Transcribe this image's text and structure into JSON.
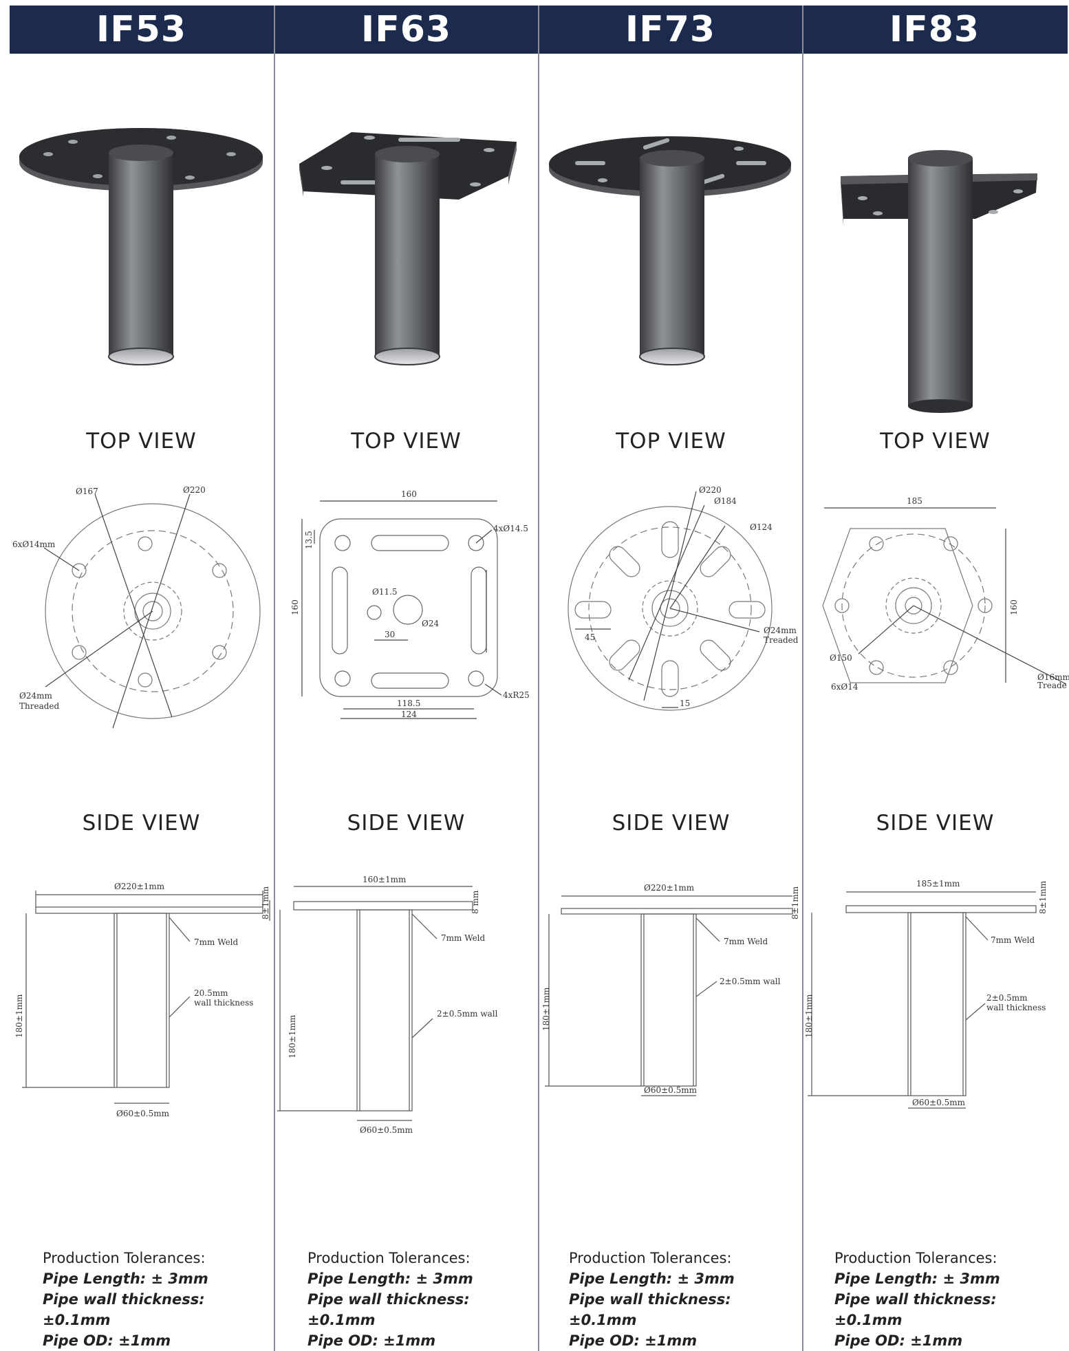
{
  "columns": [
    {
      "model": "IF53",
      "top_view_title": "TOP VIEW",
      "side_view_title": "SIDE VIEW",
      "top_labels": {
        "d1": "Ø167",
        "d2": "Ø220",
        "holes": "6xØ14mm",
        "thread1": "Ø24mm",
        "thread2": "Threaded"
      },
      "side_labels": {
        "width": "Ø220±1mm",
        "plate": "8±1mm",
        "weld": "7mm Weld",
        "wall1": "20.5mm",
        "wall2": "wall thickness",
        "height": "180±1mm",
        "od": "Ø60±0.5mm"
      },
      "tolerances": {
        "heading": "Production Tolerances:",
        "line1": "Pipe Length: ± 3mm",
        "line2": "Pipe wall thickness: ±0.1mm",
        "line3": "Pipe OD: ±1mm"
      }
    },
    {
      "model": "IF63",
      "top_view_title": "TOP VIEW",
      "side_view_title": "SIDE VIEW",
      "top_labels": {
        "w": "160",
        "h": "160",
        "offset": "13.5",
        "holes": "4xØ14.5",
        "d_small": "Ø11.5",
        "d_big": "Ø24",
        "spacing": "30",
        "radius": "4xR25",
        "inner": "118.5",
        "outer": "124"
      },
      "side_labels": {
        "width": "160±1mm",
        "plate": "8 mm",
        "weld": "7mm Weld",
        "wall1": "2±0.5mm wall",
        "height": "180±1mm",
        "od": "Ø60±0.5mm"
      },
      "tolerances": {
        "heading": "Production Tolerances:",
        "line1": "Pipe Length: ± 3mm",
        "line2": "Pipe wall thickness: ±0.1mm",
        "line3": "Pipe OD: ±1mm"
      }
    },
    {
      "model": "IF73",
      "top_view_title": "TOP VIEW",
      "side_view_title": "SIDE VIEW",
      "top_labels": {
        "d1": "Ø220",
        "d2": "Ø184",
        "d3": "Ø124",
        "slot": "45",
        "thread1": "Ø24mm",
        "thread2": "Treaded",
        "gap": "15"
      },
      "side_labels": {
        "width": "Ø220±1mm",
        "plate": "8±1mm",
        "weld": "7mm Weld",
        "wall1": "2±0.5mm wall",
        "height": "180±1mm",
        "od": "Ø60±0.5mm"
      },
      "tolerances": {
        "heading": "Production Tolerances:",
        "line1": "Pipe Length: ± 3mm",
        "line2": "Pipe wall thickness: ±0.1mm",
        "line3": "Pipe OD: ±1mm"
      }
    },
    {
      "model": "IF83",
      "top_view_title": "TOP VIEW",
      "side_view_title": "SIDE VIEW",
      "top_labels": {
        "w": "185",
        "h": "160",
        "d1": "Ø150",
        "holes": "6xØ14",
        "thread1": "Ø16mm",
        "thread2": "Treade"
      },
      "side_labels": {
        "width": "185±1mm",
        "plate": "8±1mm",
        "weld": "7mm Weld",
        "wall1": "2±0.5mm",
        "wall2": "wall thickness",
        "height": "180±1mm",
        "od": "Ø60±0.5mm"
      },
      "tolerances": {
        "heading": "Production Tolerances:",
        "line1": "Pipe Length: ± 3mm",
        "line2": "Pipe wall thickness: ±0.1mm",
        "line3": "Pipe OD: ±1mm"
      }
    }
  ],
  "colors": {
    "header": "#1b2a4d",
    "steel_dark": "#2a2b2e",
    "steel_light": "#8e9196"
  }
}
